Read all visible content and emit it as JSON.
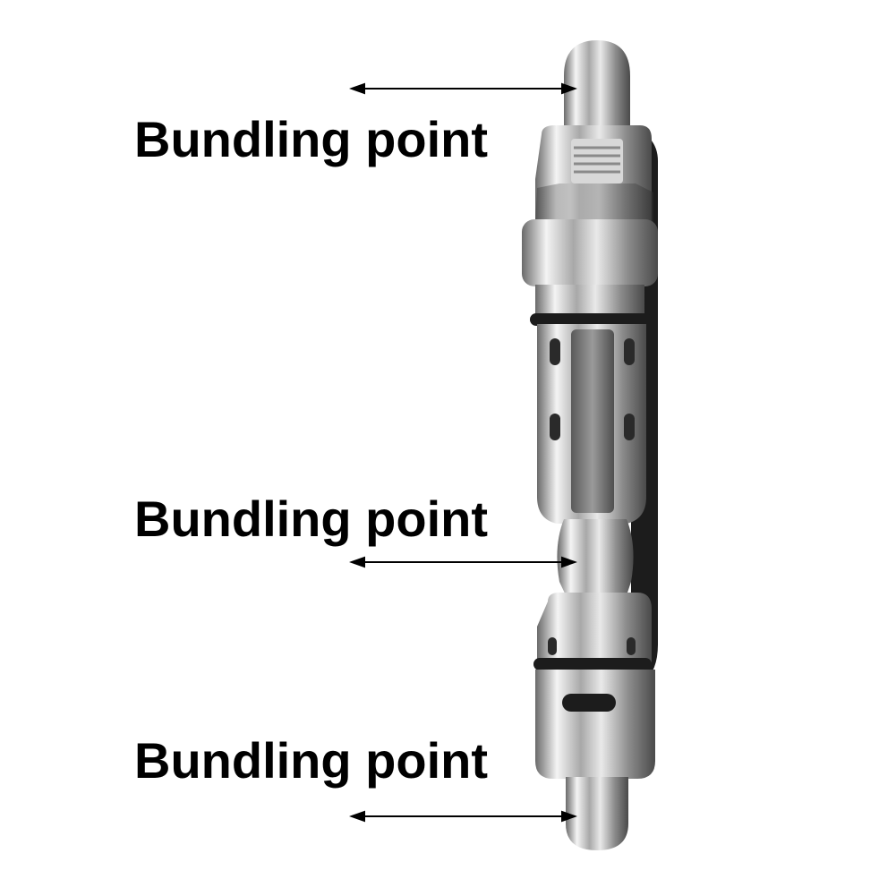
{
  "callouts": [
    {
      "text": "Bundling point"
    },
    {
      "text": "Bundling point"
    },
    {
      "text": "Bundling point"
    }
  ],
  "colors": {
    "metal_light": "#f2f2f2",
    "metal_mid": "#b8b8b8",
    "metal_dark": "#5e5e5e",
    "rubber": "#1c1c1c",
    "text": "#000000"
  }
}
